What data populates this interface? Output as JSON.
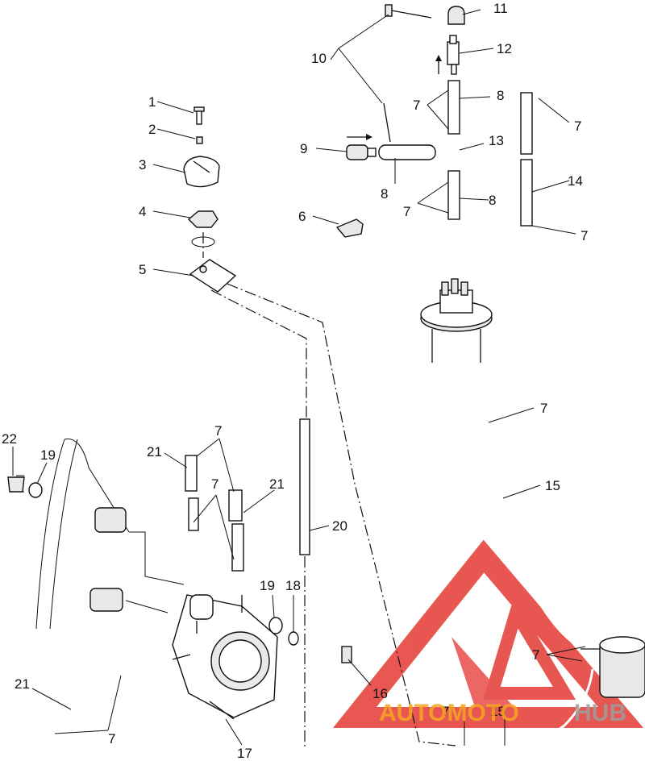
{
  "diagram": {
    "callouts": [
      {
        "id": "c1",
        "text": "1"
      },
      {
        "id": "c2",
        "text": "2"
      },
      {
        "id": "c3",
        "text": "3"
      },
      {
        "id": "c4",
        "text": "4"
      },
      {
        "id": "c5",
        "text": "5"
      },
      {
        "id": "c6",
        "text": "6"
      },
      {
        "id": "c7a",
        "text": "7"
      },
      {
        "id": "c7b",
        "text": "7"
      },
      {
        "id": "c7c",
        "text": "7"
      },
      {
        "id": "c7d",
        "text": "7"
      },
      {
        "id": "c7e",
        "text": "7"
      },
      {
        "id": "c7f",
        "text": "7"
      },
      {
        "id": "c7g",
        "text": "7"
      },
      {
        "id": "c7h",
        "text": "7"
      },
      {
        "id": "c7i",
        "text": "7"
      },
      {
        "id": "c7j",
        "text": "7"
      },
      {
        "id": "c8a",
        "text": "8"
      },
      {
        "id": "c8b",
        "text": "8"
      },
      {
        "id": "c8c",
        "text": "8"
      },
      {
        "id": "c9",
        "text": "9"
      },
      {
        "id": "c10",
        "text": "10"
      },
      {
        "id": "c11",
        "text": "11"
      },
      {
        "id": "c12",
        "text": "12"
      },
      {
        "id": "c13",
        "text": "13"
      },
      {
        "id": "c14",
        "text": "14"
      },
      {
        "id": "c15a",
        "text": "15"
      },
      {
        "id": "c15b",
        "text": "15"
      },
      {
        "id": "c16",
        "text": "16"
      },
      {
        "id": "c17",
        "text": "17"
      },
      {
        "id": "c18",
        "text": "18"
      },
      {
        "id": "c19a",
        "text": "19"
      },
      {
        "id": "c19b",
        "text": "19"
      },
      {
        "id": "c20",
        "text": "20"
      },
      {
        "id": "c21a",
        "text": "21"
      },
      {
        "id": "c21b",
        "text": "21"
      },
      {
        "id": "c21c",
        "text": "21"
      },
      {
        "id": "c22",
        "text": "22"
      }
    ],
    "watermark": {
      "text_orange": "AUTOMOTO",
      "text_gray": "HUB",
      "color_red": "#e53935",
      "color_orange": "#f5a623",
      "color_gray": "#9e9e9e"
    }
  }
}
